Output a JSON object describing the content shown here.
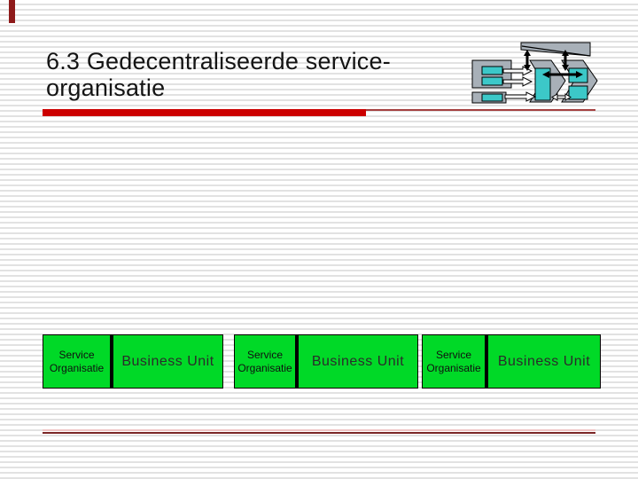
{
  "slide": {
    "title": {
      "line1": "6.3 Gedecentraliseerde service-",
      "line2": "organisatie"
    },
    "units": [
      {
        "service_line1": "Service",
        "service_line2": "Organisatie",
        "business": "Business Unit"
      },
      {
        "service_line1": "Service",
        "service_line2": "Organisatie",
        "business": "Business Unit"
      },
      {
        "service_line1": "Service",
        "service_line2": "Organisatie",
        "business": "Business Unit"
      }
    ],
    "colors": {
      "accent_red": "#cc0000",
      "corner_tick_red": "#8e1a1a",
      "thin_rule_red": "#a54040",
      "unit_green": "#00d927",
      "diagram_gray": "#a8b0b8",
      "diagram_teal": "#3cc8c8",
      "footer_line_dark": "#7c2626",
      "footer_line_light": "#f0c4c4",
      "stripe_gray": "#e2e2e2",
      "title_text": "#141414"
    }
  }
}
